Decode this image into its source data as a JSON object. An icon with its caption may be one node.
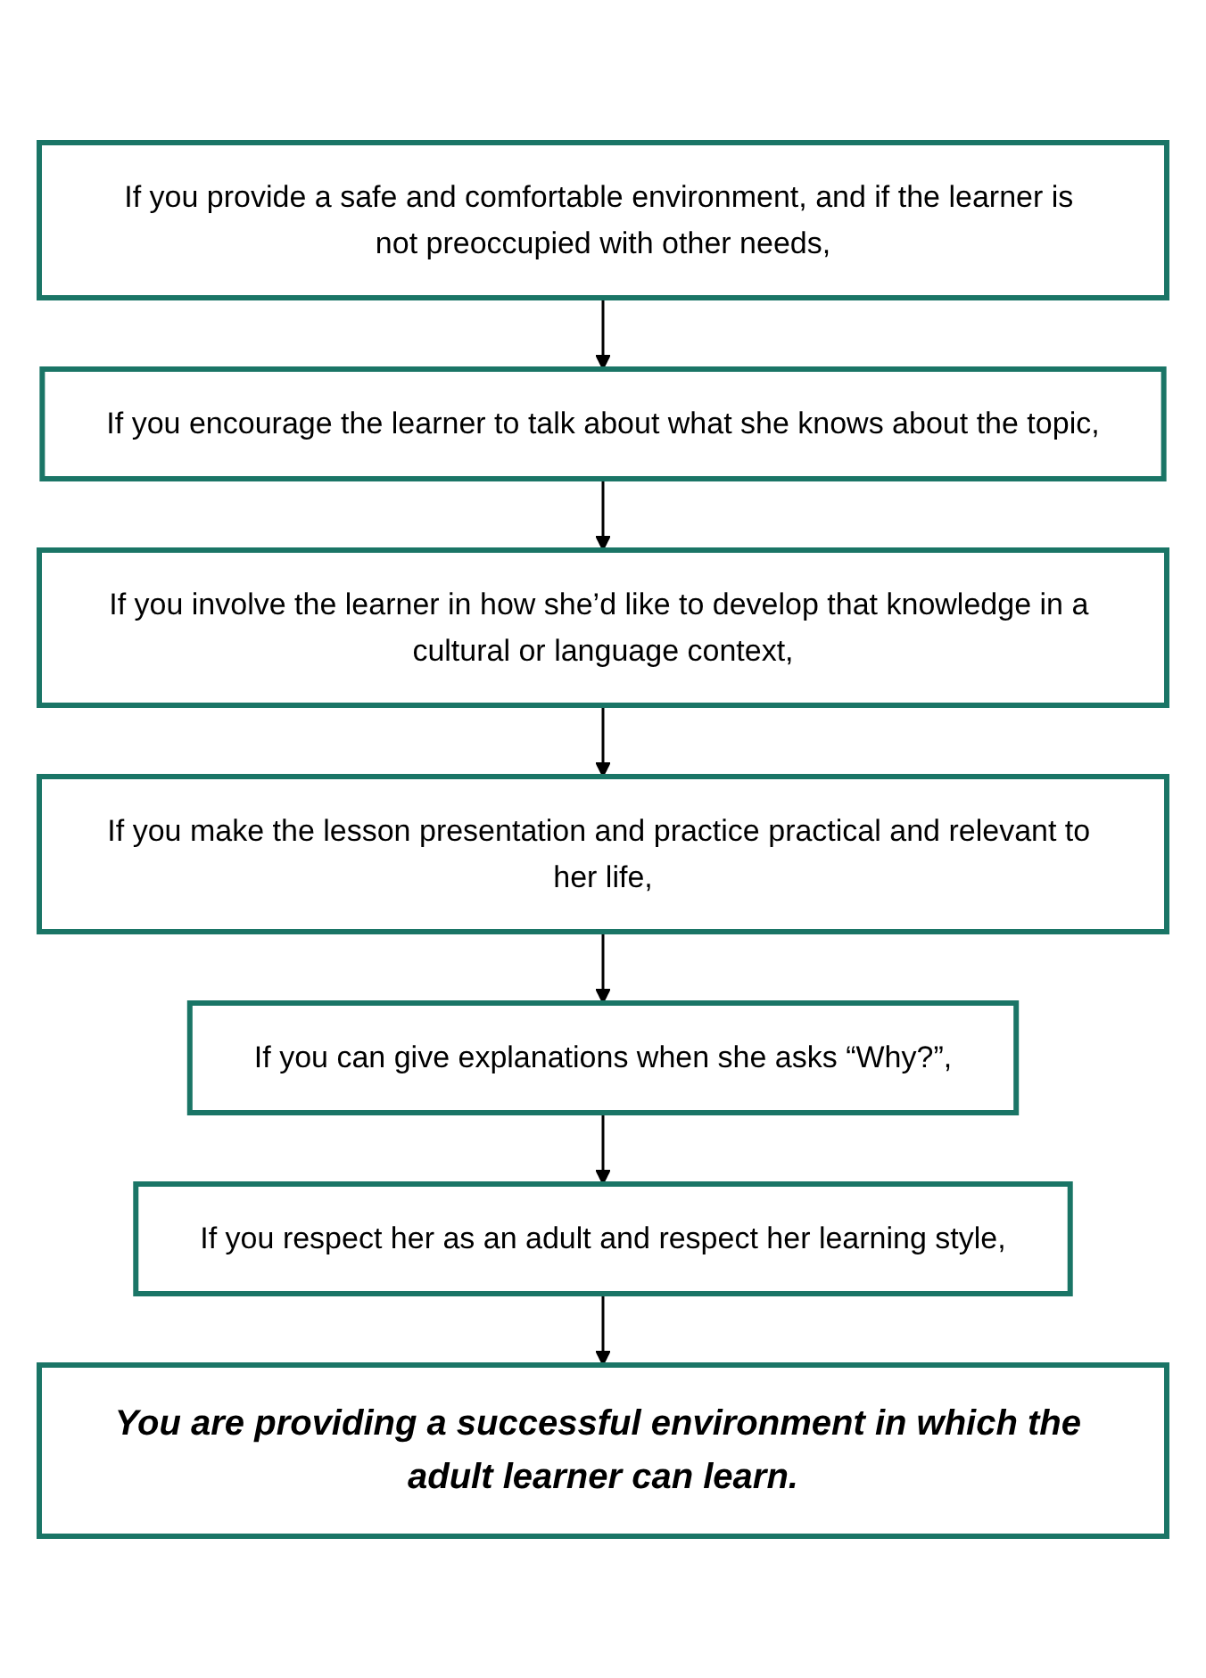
{
  "diagram": {
    "nodes": [
      {
        "text": [
          "If you provide a safe and comfortable environment, and if the learner is not preoccupied with other needs,"
        ]
      },
      {
        "text": [
          "If you encourage the learner to talk about what she knows about the topic,"
        ]
      },
      {
        "text": [
          "If you involve the learner in how she’d like to develop that knowledge in a cultural or language context,"
        ]
      },
      {
        "text": [
          "If you make the lesson presentation and practice practical and relevant to her life,"
        ]
      },
      {
        "text": [
          "If you can give explanations when she asks “Why?”,"
        ]
      },
      {
        "text": [
          "If you respect her as an adult and respect her learning style,"
        ]
      },
      {
        "text": [
          "You are providing a successful environment in which the adult learner can learn."
        ]
      }
    ],
    "edges": [
      {
        "from": 0,
        "to": 1,
        "arrow": "to"
      },
      {
        "from": 1,
        "to": 2,
        "arrow": "to"
      },
      {
        "from": 2,
        "to": 3,
        "arrow": "to"
      },
      {
        "from": 3,
        "to": 4,
        "arrow": "to"
      },
      {
        "from": 4,
        "to": 5,
        "arrow": "to"
      },
      {
        "from": 5,
        "to": 6,
        "arrow": "to"
      }
    ]
  }
}
